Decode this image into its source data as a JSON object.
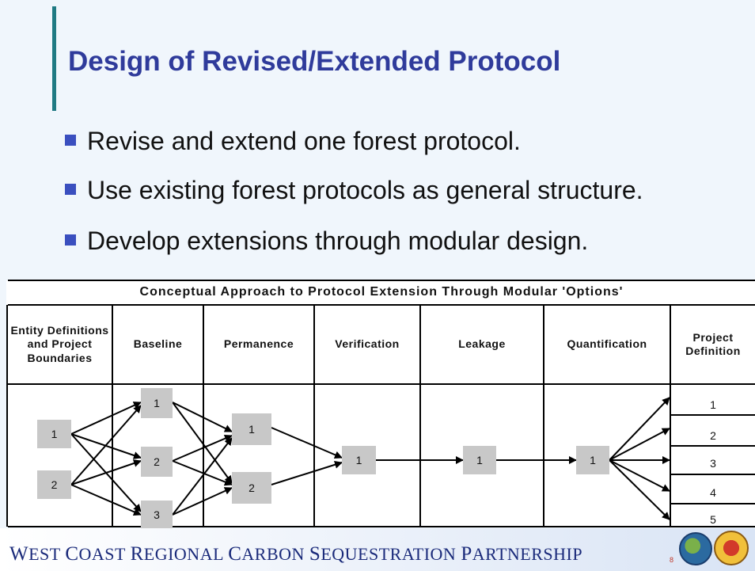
{
  "slide": {
    "title": "Design of Revised/Extended Protocol",
    "bullets": [
      "Revise and extend one forest protocol.",
      "Use existing forest protocols as general structure.",
      "Develop extensions through modular design."
    ]
  },
  "diagram": {
    "title": "Conceptual Approach to Protocol Extension Through Modular 'Options'",
    "columns": [
      "Entity Definitions and Project Boundaries",
      "Baseline",
      "Permanence",
      "Verification",
      "Leakage",
      "Quantification",
      "Project Definition"
    ],
    "entity_boxes": [
      "1",
      "2"
    ],
    "baseline_boxes": [
      "1",
      "2",
      "3"
    ],
    "permanence_boxes": [
      "1",
      "2"
    ],
    "verification_box": "1",
    "leakage_box": "1",
    "quantification_box": "1",
    "project_definitions": [
      "1",
      "2",
      "3",
      "4",
      "5"
    ]
  },
  "footer": {
    "W": "W",
    "est": "EST",
    "C": "C",
    "oast": "OAST",
    "R": "R",
    "egional": "EGIONAL",
    "C2": "C",
    "arbon": "ARBON",
    "S": "S",
    "equestration": "EQUESTRATION",
    "P": "P",
    "artnership": "ARTNERSHIP",
    "page_number": "8",
    "logos": [
      "doe-seal-icon",
      "california-energy-commission-seal-icon"
    ]
  }
}
